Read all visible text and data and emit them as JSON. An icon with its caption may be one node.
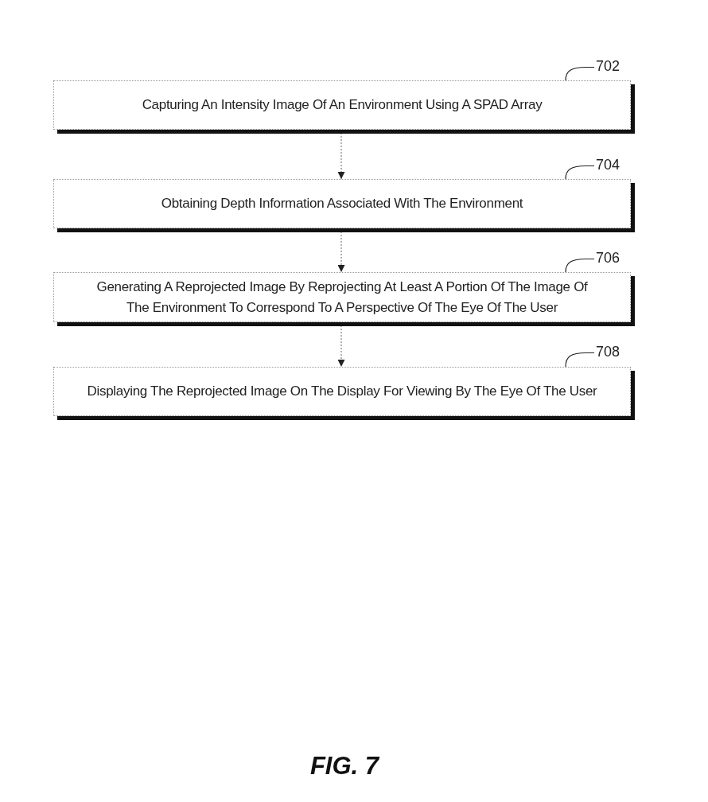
{
  "diagram": {
    "caption": "FIG. 7",
    "nodes": [
      {
        "text": [
          "702"
        ]
      },
      {
        "text": [
          "Capturing An Intensity Image Of An Environment Using A SPAD Array"
        ]
      },
      {
        "text": [
          "704"
        ]
      },
      {
        "text": [
          "Obtaining Depth Information Associated With The Environment"
        ]
      },
      {
        "text": [
          "706"
        ]
      },
      {
        "text": [
          "Generating A Reprojected Image By Reprojecting At Least A Portion Of The Image Of The Environment To Correspond To A Perspective Of The Eye Of The User"
        ]
      },
      {
        "text": [
          "708"
        ]
      },
      {
        "text": [
          "Displaying The Reprojected Image On The Display For Viewing By The Eye Of The User"
        ]
      }
    ],
    "edges": [
      {
        "from": 0,
        "to": 1,
        "arrow": "none"
      },
      {
        "from": 1,
        "to": 3,
        "arrow": "to",
        "style": "dashed",
        "color": "#666666"
      },
      {
        "from": 2,
        "to": 3,
        "arrow": "none"
      },
      {
        "from": 3,
        "to": 5,
        "arrow": "to",
        "style": "dashed",
        "color": "#666666"
      },
      {
        "from": 4,
        "to": 5,
        "arrow": "none"
      },
      {
        "from": 5,
        "to": 7,
        "arrow": "to",
        "style": "dashed",
        "color": "#666666"
      },
      {
        "from": 6,
        "to": 7,
        "arrow": "none"
      }
    ]
  }
}
